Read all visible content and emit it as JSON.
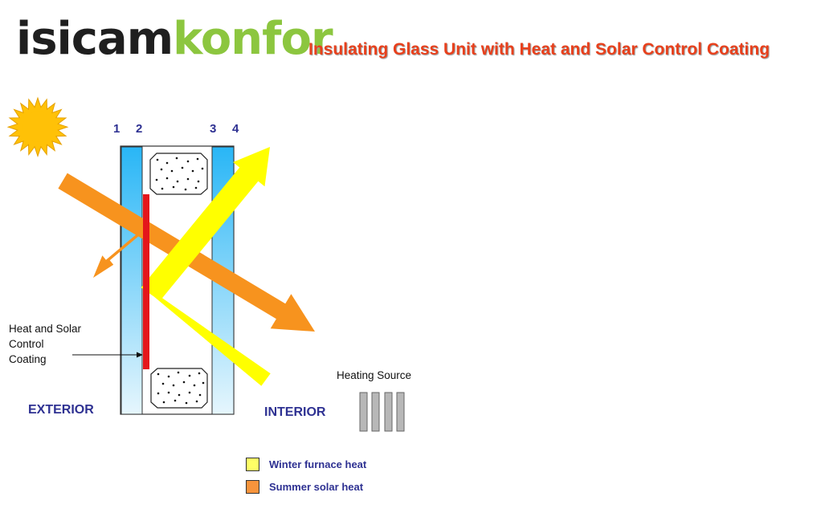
{
  "header": {
    "logo_part1": "isicam",
    "logo_part2": "konfor",
    "title": "Insulating Glass Unit with Heat and Solar Control Coating"
  },
  "surfaces": [
    "1",
    "2",
    "3",
    "4"
  ],
  "labels": {
    "coating": [
      "Heat and Solar",
      "Control",
      "Coating"
    ],
    "exterior": "EXTERIOR",
    "interior": "INTERIOR",
    "heating_source": "Heating Source"
  },
  "legend": [
    {
      "label": "Winter furnace heat",
      "color": "#ffff66"
    },
    {
      "label": "Summer solar heat",
      "color": "#f7943c"
    }
  ],
  "colors": {
    "glass_top": "#29b6f6",
    "glass_bottom": "#e6f6fd",
    "coating": "#e4161b",
    "winter_arrow": "#ffff00",
    "summer_arrow": "#f7931e",
    "sun": "#ffc107",
    "heater": "#b8b8b8"
  },
  "icons": [
    "sun-icon",
    "heater-icon"
  ]
}
